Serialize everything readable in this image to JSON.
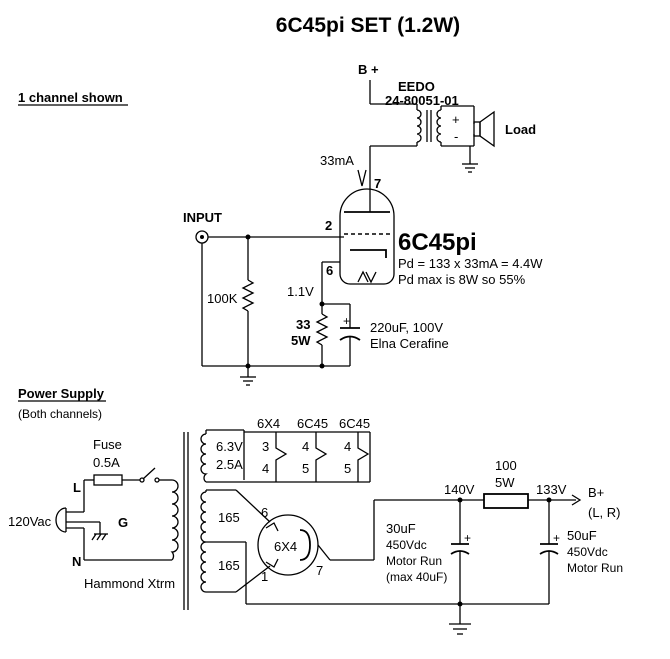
{
  "title": "6C45pi SET (1.2W)",
  "channel_note": "1 channel shown",
  "amp": {
    "bplus": "B +",
    "xfmr_brand": "EEDO",
    "xfmr_part": "24-80051-01",
    "plus_sign": "+",
    "minus_sign": "-",
    "load": "Load",
    "current": "33mA",
    "pin7": "7",
    "pin2": "2",
    "pin6": "6",
    "input": "INPUT",
    "tube": "6C45pi",
    "pd_line1": "Pd = 133 x 33mA = 4.4W",
    "pd_line2": "Pd max is 8W so 55%",
    "grid_res": "100K",
    "cathode_v": "1.1V",
    "rk_value": "33",
    "rk_power": "5W",
    "cap_plus": "+",
    "cap_value": "220uF, 100V",
    "cap_brand": "Elna Cerafine"
  },
  "ps": {
    "title": "Power Supply",
    "subtitle": "(Both channels)",
    "fuse": "Fuse",
    "fuse_value": "0.5A",
    "L": "L",
    "N": "N",
    "G": "G",
    "mains": "120Vac",
    "transformer": "Hammond Xtrm",
    "heater_v": "6.3V",
    "heater_a": "2.5A",
    "hv_top": "165",
    "hv_bot": "165",
    "tube_6x4": "6X4",
    "tube_6c45_a": "6C45",
    "tube_6c45_b": "6C45",
    "pin3": "3",
    "pin4a": "4",
    "pin4b": "4",
    "pin5b": "5",
    "pin4c": "4",
    "pin5c": "5",
    "rect_label": "6X4",
    "rect_pin6": "6",
    "rect_pin1": "1",
    "rect_pin7": "7",
    "v140": "140V",
    "v133": "133V",
    "r_value": "100",
    "r_power": "5W",
    "bplus": "B+",
    "bplus_ch": "(L, R)",
    "c1_plus": "+",
    "c1_value": "30uF",
    "c1_voltage": "450Vdc",
    "c1_type": "Motor Run",
    "c1_max": "(max 40uF)",
    "c2_plus": "+",
    "c2_value": "50uF",
    "c2_voltage": "450Vdc",
    "c2_type": "Motor Run"
  }
}
